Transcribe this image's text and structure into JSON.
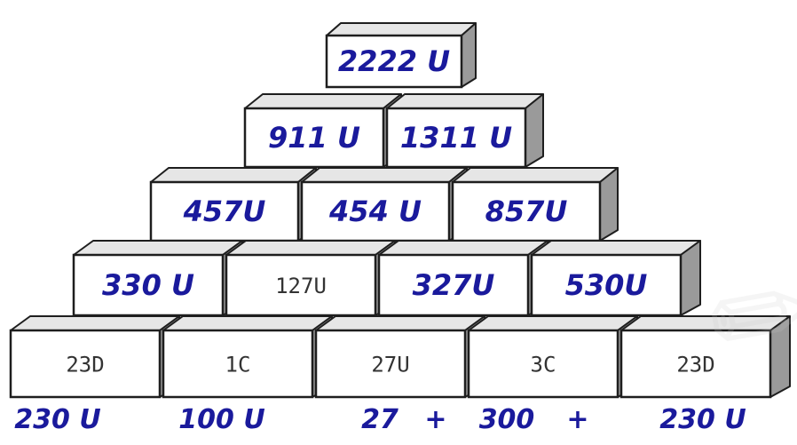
{
  "pyramid": {
    "rows": [
      [
        {
          "text": "2222 U",
          "style": "hand"
        }
      ],
      [
        {
          "text": "911 U",
          "style": "hand"
        },
        {
          "text": "1311 U",
          "style": "hand"
        }
      ],
      [
        {
          "text": "457U",
          "style": "hand"
        },
        {
          "text": "454 U",
          "style": "hand"
        },
        {
          "text": "857U",
          "style": "hand"
        }
      ],
      [
        {
          "text": "330 U",
          "style": "hand"
        },
        {
          "text": "127U",
          "style": "print"
        },
        {
          "text": "327U",
          "style": "hand"
        },
        {
          "text": "530U",
          "style": "hand"
        }
      ],
      [
        {
          "text": "23D",
          "style": "print"
        },
        {
          "text": "1C",
          "style": "print"
        },
        {
          "text": "27U",
          "style": "print"
        },
        {
          "text": "3C",
          "style": "print"
        },
        {
          "text": "23D",
          "style": "print"
        }
      ]
    ]
  },
  "bottom_note": {
    "parts": [
      "230 U",
      "100 U",
      "27",
      "+",
      "300",
      "+",
      "230 U"
    ]
  },
  "colors": {
    "ink": "#1a1a9c",
    "print_text": "#333333",
    "brick_face": "#ffffff",
    "brick_top": "#e6e6e6",
    "brick_side": "#9a9a9a",
    "outline": "#1e1e1e"
  }
}
